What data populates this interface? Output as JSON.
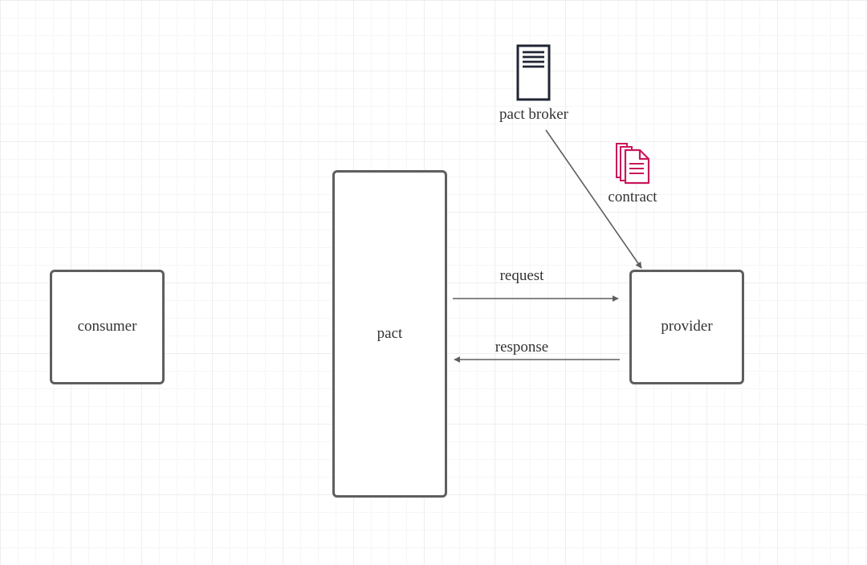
{
  "nodes": {
    "consumer": {
      "label": "consumer"
    },
    "pact": {
      "label": "pact"
    },
    "provider": {
      "label": "provider"
    },
    "pact_broker": {
      "label": "pact broker",
      "icon": "server-icon"
    },
    "contract": {
      "label": "contract",
      "icon": "documents-icon"
    }
  },
  "edges": {
    "request": {
      "label": "request",
      "from": "pact",
      "to": "provider"
    },
    "response": {
      "label": "response",
      "from": "provider",
      "to": "pact"
    },
    "broker_to_provider": {
      "label": "",
      "from": "pact broker",
      "to": "provider"
    }
  },
  "colors": {
    "box_border": "#5e5e5e",
    "arrow": "#5e5e5e",
    "server_icon": "#1f2533",
    "contract_icon": "#c8185c"
  }
}
